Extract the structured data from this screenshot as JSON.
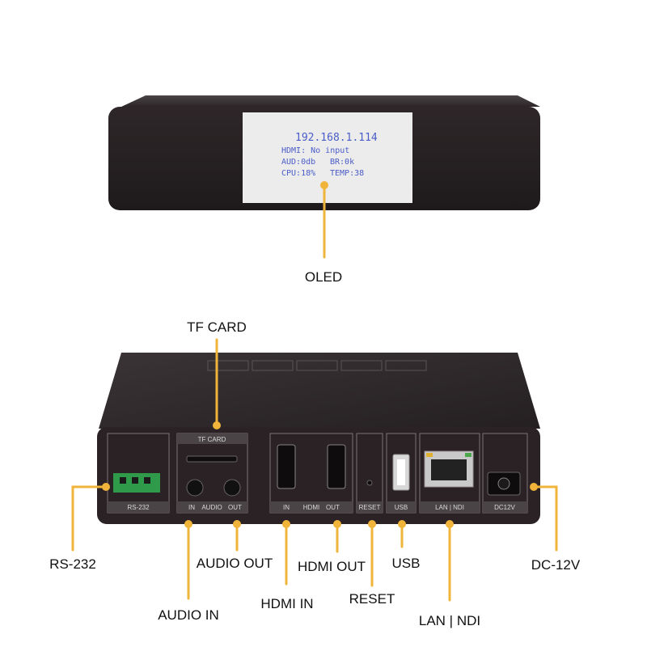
{
  "oled_screen": {
    "ip": "192.168.1.114",
    "hdmi": "HDMI: No input",
    "aud": "AUD:0db",
    "br": "BR:0k",
    "cpu": "CPU:18%",
    "temp": "TEMP:38"
  },
  "port_labels": {
    "tf_card": "TF CARD",
    "rs232": "RS-232",
    "in": "IN",
    "audio": "AUDIO",
    "out": "OUT",
    "hdmi": "HDMI",
    "reset": "RESET",
    "usb": "USB",
    "lan": "LAN | NDI",
    "dc": "DC12V"
  },
  "callouts": {
    "oled": "OLED",
    "tf_card": "TF CARD",
    "rs232": "RS-232",
    "audio_out": "AUDIO OUT",
    "audio_in": "AUDIO IN",
    "hdmi_out": "HDMI OUT",
    "hdmi_in": "HDMI IN",
    "usb": "USB",
    "reset": "RESET",
    "lan_ndi": "LAN | NDI",
    "dc12v": "DC-12V"
  },
  "colors": {
    "callout_line": "#f0b43a",
    "device_body": "#2a2224",
    "oled_text": "#4a5cc8"
  }
}
